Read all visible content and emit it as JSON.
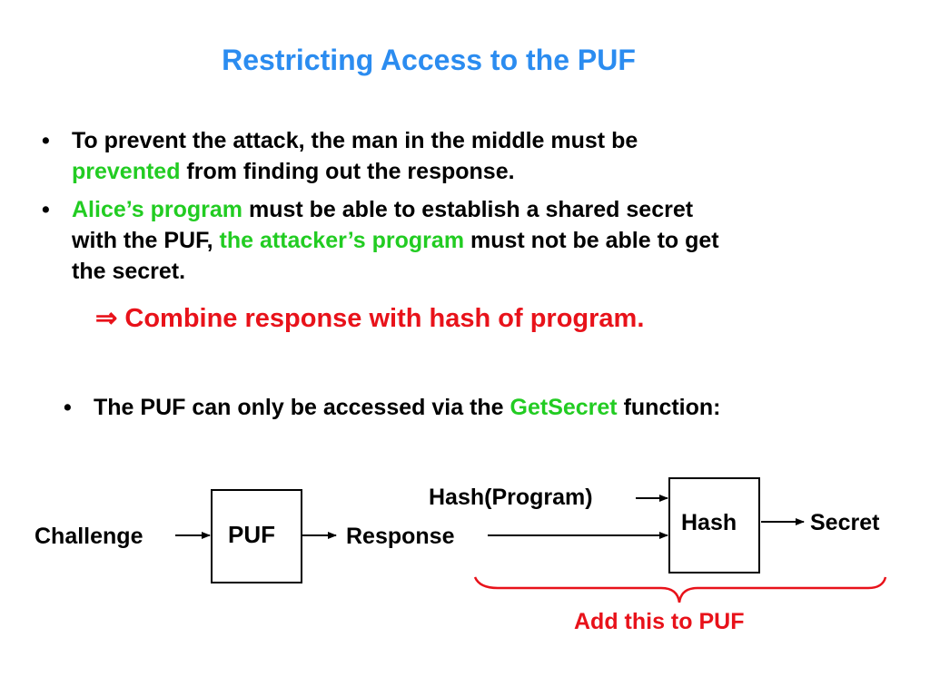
{
  "slide": {
    "title": "Restricting Access to the PUF",
    "bullet_char": "•",
    "bullet1": {
      "line1": "To prevent the attack, the man in the middle must be",
      "em": "prevented",
      "line2_rest": " from finding out the response."
    },
    "bullet2": {
      "em1": "Alice’s program",
      "line1_rest": " must be able to establish a shared secret",
      "line2_pre": "with the PUF, ",
      "em2": "the attacker’s program",
      "line2_rest": " must not be able to get",
      "line3": "the secret."
    },
    "implies": {
      "symbol": "⇒",
      "text": "Combine response with hash of program."
    },
    "bullet3": {
      "pre": "The PUF can only be accessed via the ",
      "em": "GetSecret",
      "post": " function:"
    }
  },
  "diagram": {
    "challenge": "Challenge",
    "puf": "PUF",
    "response": "Response",
    "hash_program": "Hash(Program)",
    "hash": "Hash",
    "secret": "Secret",
    "brace_label": "Add this to PUF"
  },
  "colors": {
    "title": "#2b8cf0",
    "emphasis_green": "#22cc22",
    "emphasis_red": "#e8121a",
    "text": "#000000"
  }
}
